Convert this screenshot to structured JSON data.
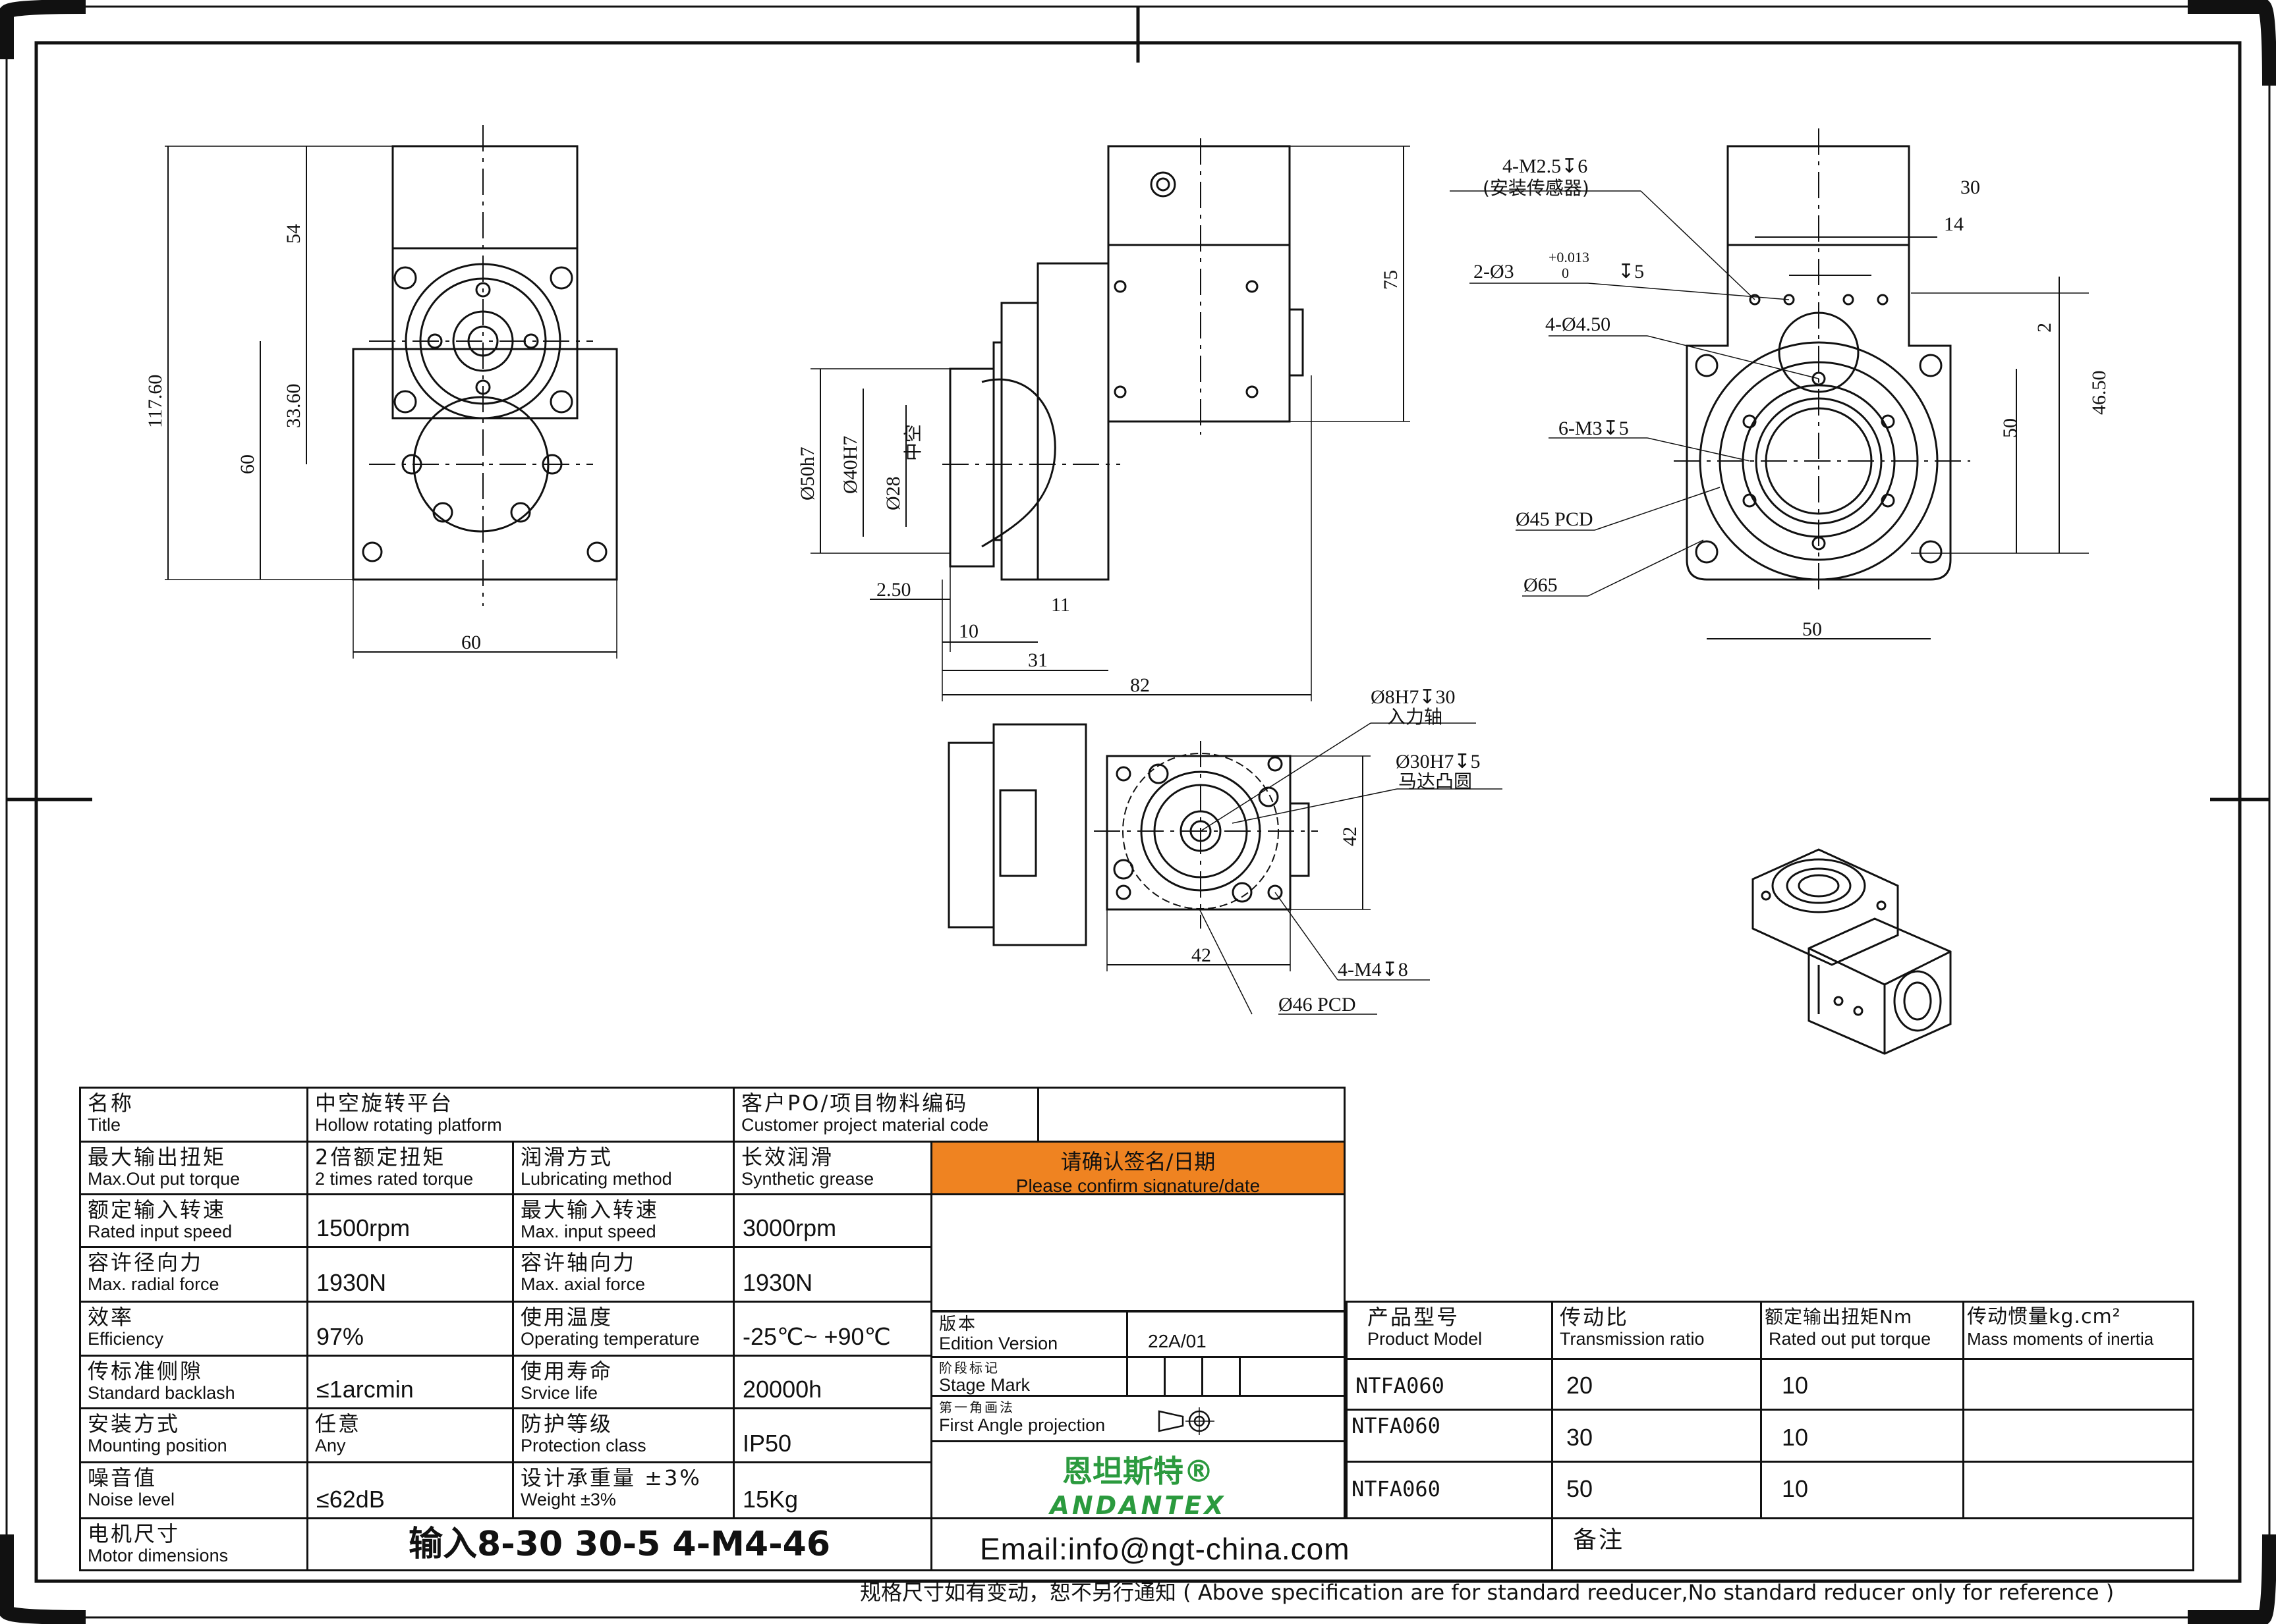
{
  "drawing": {
    "front_view": {
      "dims": [
        "54",
        "117.60",
        "33.60",
        "60",
        "60"
      ]
    },
    "side_view": {
      "dims": [
        "75",
        "Ø50h7",
        "Ø40H7",
        "Ø28",
        "中空",
        "2.50",
        "11",
        "10",
        "31",
        "82"
      ]
    },
    "right_view": {
      "dims": [
        "4-M2.5↧6",
        "(安装传感器)",
        "30",
        "14",
        "2-Ø3",
        "+0.013",
        "0",
        "↧5",
        "4-Ø4.50",
        "2",
        "46.50",
        "6-M3↧5",
        "50",
        "Ø45 PCD",
        "Ø65",
        "50"
      ]
    },
    "bottom_view": {
      "dims": [
        "Ø8H7↧30",
        "入力轴",
        "Ø30H7↧5",
        "马达凸圆",
        "42",
        "42",
        "4-M4↧8",
        "Ø46 PCD"
      ]
    }
  },
  "title_block": {
    "name_cn": "名称",
    "name_en": "Title",
    "title_cn": "中空旋转平台",
    "title_en": "Hollow rotating platform",
    "cust_cn": "客户PO/项目物料编码",
    "cust_en": "Customer project material code",
    "maxout_cn": "最大输出扭矩",
    "maxout_en": "Max.Out put torque",
    "maxout_val_cn": "2倍额定扭矩",
    "maxout_val_en": "2 times rated torque",
    "lub_cn": "润滑方式",
    "lub_en": "Lubricating method",
    "lub_val_cn": "长效润滑",
    "lub_val_en": "Synthetic grease",
    "confirm_cn": "请确认签名/日期",
    "confirm_en": "Please confirm signature/date",
    "rated_in_cn": "额定输入转速",
    "rated_in_en": "Rated input speed",
    "rated_in_val": "1500rpm",
    "max_in_cn": "最大输入转速",
    "max_in_en": "Max. input speed",
    "max_in_val": "3000rpm",
    "radial_cn": "容许径向力",
    "radial_en": "Max. radial force",
    "radial_val": "1930N",
    "axial_cn": "容许轴向力",
    "axial_en": "Max. axial force",
    "axial_val": "1930N",
    "eff_cn": "效率",
    "eff_en": "Efficiency",
    "eff_val": "97%",
    "temp_cn": "使用温度",
    "temp_en": "Operating temperature",
    "temp_val": "-25℃~ +90℃",
    "backlash_cn": "传标准侧隙",
    "backlash_en": "Standard backlash",
    "backlash_val": "≤1arcmin",
    "life_cn": "使用寿命",
    "life_en": "Srvice life",
    "life_val": "20000h",
    "mount_cn": "安装方式",
    "mount_en": "Mounting position",
    "mount_val_cn": "任意",
    "mount_val_en": "Any",
    "protect_cn": "防护等级",
    "protect_en": "Protection class",
    "protect_val": "IP50",
    "noise_cn": "噪音值",
    "noise_en": "Noise level",
    "noise_val": "≤62dB",
    "weight_cn": "设计承重量 ±3%",
    "weight_en": "Weight ±3%",
    "weight_val": "15Kg",
    "motor_cn": "电机尺寸",
    "motor_en": "Motor dimensions",
    "motor_val": "输入8-30 30-5 4-M4-46",
    "edition_cn": "版本",
    "edition_en": "Edition Version",
    "edition_val": "22A/01",
    "stage_cn": "阶段标记",
    "stage_en": "Stage Mark",
    "proj_cn": "第一角画法",
    "proj_en": "First Angle projection",
    "brand_cn": "恩坦斯特®",
    "brand_en": "ANDANTEX",
    "email": "Email:info@ngt-china.com",
    "remark_cn": "备注",
    "footer": "规格尺寸如有变动，恕不另行通知 ( Above specification are for standard reeducer,No standard reducer only for reference )"
  },
  "spec_table": {
    "headers": [
      {
        "cn": "产品型号",
        "en": "Product Model"
      },
      {
        "cn": "传动比",
        "en": "Transmission ratio"
      },
      {
        "cn": "额定输出扭矩Nm",
        "en": "Rated out put torque"
      },
      {
        "cn": "传动惯量kg.cm²",
        "en": "Mass moments of inertia"
      }
    ],
    "rows": [
      {
        "model": "NTFA060",
        "ratio": "20",
        "torque": "10",
        "inertia": ""
      },
      {
        "model": "NTFA060",
        "ratio": "30",
        "torque": "10",
        "inertia": ""
      },
      {
        "model": "NTFA060",
        "ratio": "50",
        "torque": "10",
        "inertia": ""
      }
    ]
  },
  "colors": {
    "confirm_bg": "#ef8321",
    "brand": "#2b9a3e"
  }
}
